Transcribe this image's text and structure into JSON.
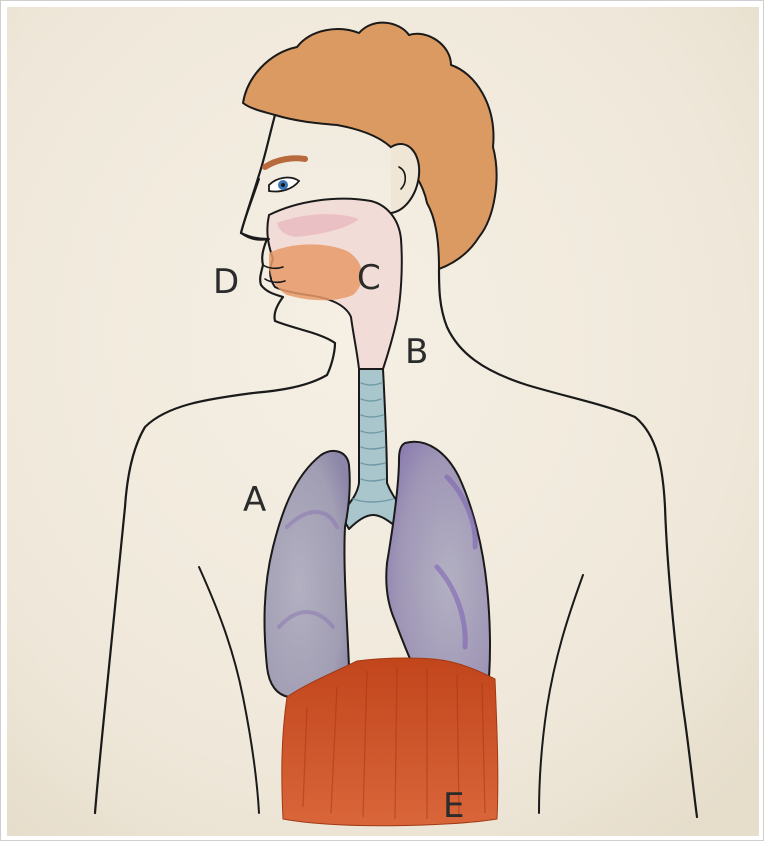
{
  "diagram": {
    "labels": {
      "a": "A",
      "b": "B",
      "c": "C",
      "d": "D",
      "e": "E"
    }
  },
  "colors": {
    "paper": "#f2ece0",
    "outline": "#1a1a1a",
    "hair": "#d9925a",
    "skin_shade": "#e9a27a",
    "mouth_shade": "#f1d4d8",
    "trachea": "#a9c6cc",
    "trachea_rings": "#6e9aa6",
    "lungs": "#a9a6b8",
    "lungs_shade": "#8c78b2",
    "diaphragm": "#c9491f",
    "iris": "#3a76b8"
  }
}
